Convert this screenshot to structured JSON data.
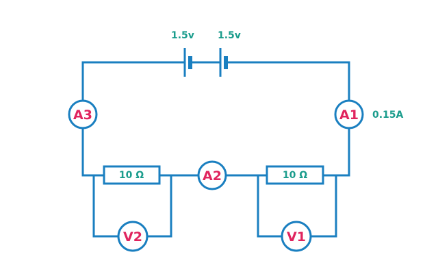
{
  "battery": {
    "cell_left_label": "1.5v",
    "cell_right_label": "1.5v"
  },
  "meters": {
    "a1": "A1",
    "a2": "A2",
    "a3": "A3",
    "v1": "V1",
    "v2": "V2"
  },
  "a1_reading": "0.15A",
  "resistors": {
    "left": "10 Ω",
    "right": "10 Ω"
  },
  "colors": {
    "wire": "#1a7fc0",
    "meter_label": "#e0245e",
    "value_label": "#1a9c8c"
  }
}
